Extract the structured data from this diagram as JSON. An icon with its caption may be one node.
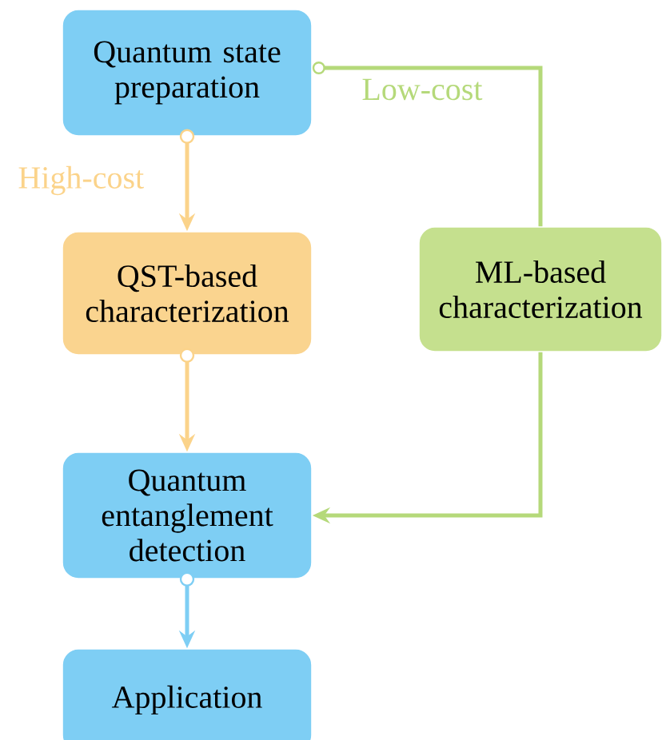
{
  "diagram": {
    "nodes": [
      {
        "text": [
          "Quantum state preparation"
        ]
      },
      {
        "text": [
          "QST-based characterization"
        ]
      },
      {
        "text": [
          "ML-based characterization"
        ]
      },
      {
        "text": [
          "Quantum entanglement detection"
        ]
      },
      {
        "text": [
          "Application"
        ]
      }
    ],
    "edges": [
      {
        "from": 0,
        "to": 1,
        "arrow": "to",
        "label": "High-cost",
        "color": "#fbd38a"
      },
      {
        "from": 1,
        "to": 3,
        "arrow": "to",
        "color": "#fbd38a"
      },
      {
        "from": 0,
        "to": 2,
        "arrow": "other",
        "label": "Low-cost",
        "color": "#b5d97a"
      },
      {
        "from": 2,
        "to": 3,
        "arrow": "to",
        "color": "#b5d97a"
      },
      {
        "from": 3,
        "to": 4,
        "arrow": "to",
        "color": "#7ecef4"
      }
    ]
  }
}
